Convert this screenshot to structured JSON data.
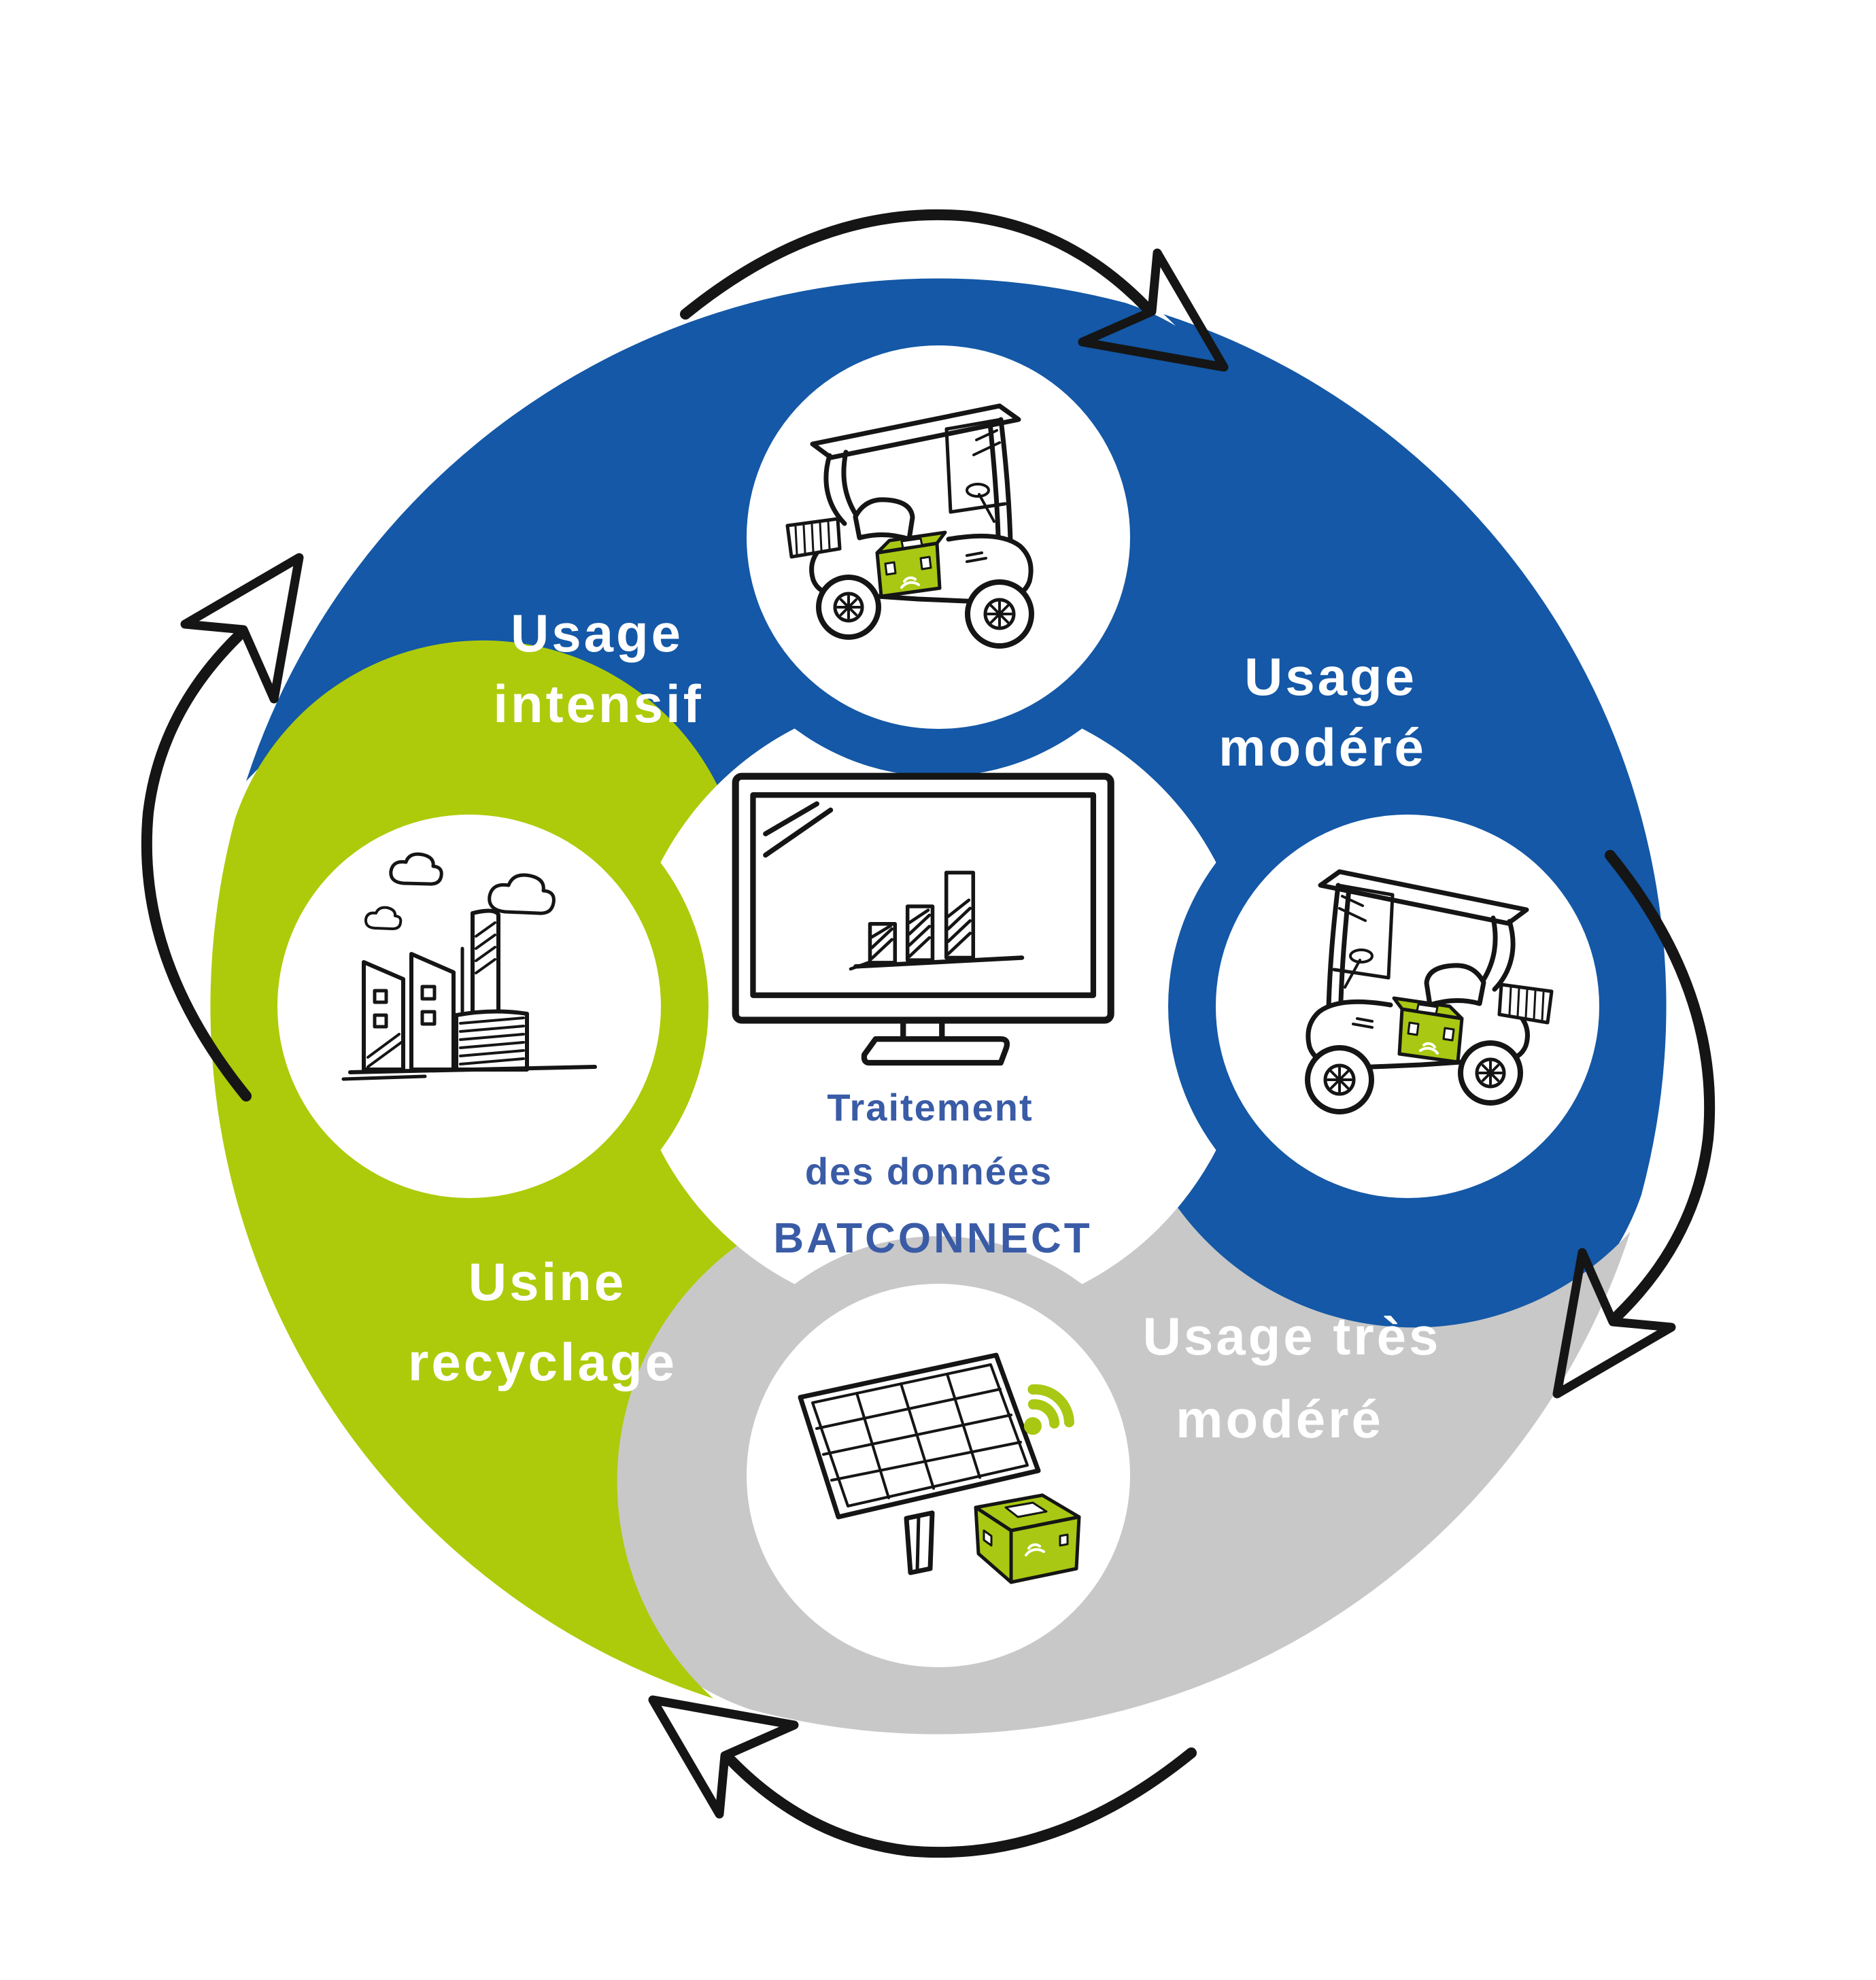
{
  "title": "BatConnect battery lifecycle diagram",
  "center": {
    "line1": "Traitement",
    "line2": "des données",
    "line3": "BATCONNECT",
    "icon": "monitor-bar-chart-icon"
  },
  "segments": [
    {
      "id": "usage-intensif",
      "label_line1": "Usage",
      "label_line2": "intensif",
      "color": "#1458A7",
      "icon": "golf-cart-icon"
    },
    {
      "id": "usage-modere",
      "label_line1": "Usage",
      "label_line2": "modéré",
      "color": "#1458A7",
      "icon": "golf-cart-icon"
    },
    {
      "id": "usage-tres-modere",
      "label_line1": "Usage très",
      "label_line2": "modéré",
      "color": "#C8C8C8",
      "icon": "solar-panel-battery-icon"
    },
    {
      "id": "usine-recyclage",
      "label_line1": "Usine",
      "label_line2": "recyclage",
      "color": "#ADCB0A",
      "icon": "recycling-plant-icon"
    }
  ],
  "colors": {
    "blue": "#1458A7",
    "green": "#ADCB0A",
    "grey": "#C8C8C8",
    "battery_green": "#A8C813",
    "center_text_blue": "#3A5BA6",
    "label_text": "#FFFFFF",
    "ink_black": "#151515",
    "background": "#FFFFFF"
  },
  "arrows": {
    "count": 4,
    "direction": "clockwise",
    "style": "hand-drawn black sketch arrows"
  }
}
